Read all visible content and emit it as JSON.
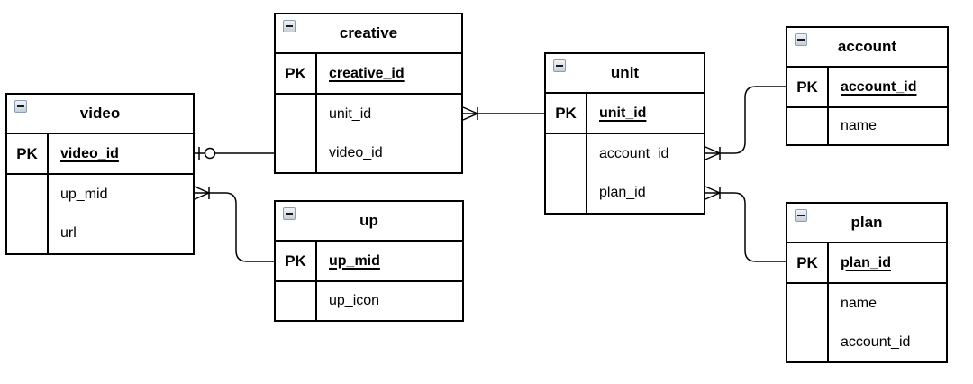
{
  "diagram": {
    "type": "entity-relationship",
    "background": "#ffffff",
    "line_color": "#000000",
    "collapse_icon": "minus-square"
  },
  "entities": [
    {
      "title": "video",
      "pk_label": "PK",
      "pk_field": "video_id",
      "fields": [
        "up_mid",
        "url"
      ]
    },
    {
      "title": "creative",
      "pk_label": "PK",
      "pk_field": "creative_id",
      "fields": [
        "unit_id",
        "video_id"
      ]
    },
    {
      "title": "up",
      "pk_label": "PK",
      "pk_field": "up_mid",
      "fields": [
        "up_icon"
      ]
    },
    {
      "title": "unit",
      "pk_label": "PK",
      "pk_field": "unit_id",
      "fields": [
        "account_id",
        "plan_id"
      ]
    },
    {
      "title": "account",
      "pk_label": "PK",
      "pk_field": "account_id",
      "fields": [
        "name"
      ]
    },
    {
      "title": "plan",
      "pk_label": "PK",
      "pk_field": "plan_id",
      "fields": [
        "name",
        "account_id"
      ]
    }
  ],
  "relationships": [
    {
      "from_entity": "video",
      "from_field": "video_id",
      "to_entity": "creative",
      "to_field": "video_id",
      "from_marker": "zero-or-one",
      "to_marker": "none"
    },
    {
      "from_entity": "video",
      "from_field": "up_mid",
      "to_entity": "up",
      "to_field": "up_mid",
      "from_marker": "many-mandatory",
      "to_marker": "none"
    },
    {
      "from_entity": "creative",
      "from_field": "unit_id",
      "to_entity": "unit",
      "to_field": "unit_id",
      "from_marker": "many-mandatory",
      "to_marker": "none"
    },
    {
      "from_entity": "unit",
      "from_field": "account_id",
      "to_entity": "account",
      "to_field": "account_id",
      "from_marker": "many-mandatory",
      "to_marker": "none"
    },
    {
      "from_entity": "unit",
      "from_field": "plan_id",
      "to_entity": "plan",
      "to_field": "plan_id",
      "from_marker": "many-mandatory",
      "to_marker": "none"
    }
  ]
}
